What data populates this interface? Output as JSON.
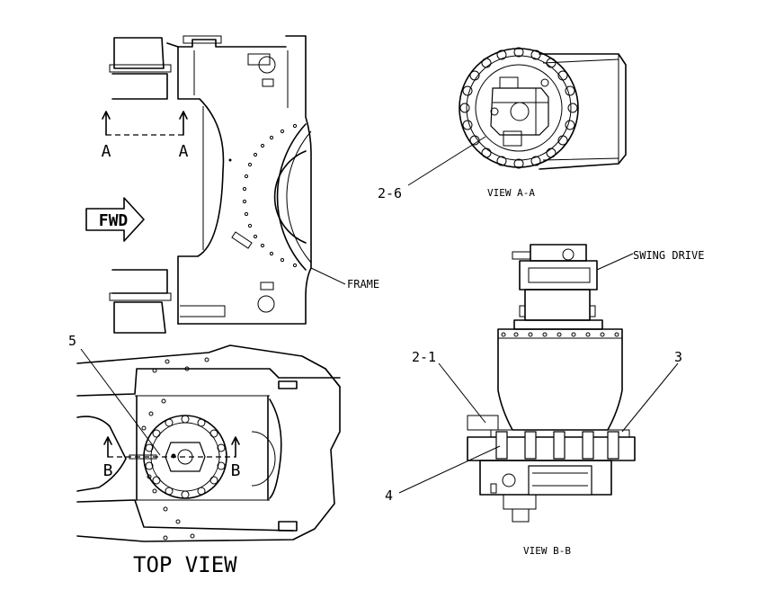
{
  "labels": {
    "section_a_left": "A",
    "section_a_right": "A",
    "fwd": "FWD",
    "frame": "FRAME",
    "view_aa_callout": "2-6",
    "view_aa_caption": "VIEW A-A",
    "swing_drive": "SWING DRIVE",
    "callout_2_1": "2-1",
    "callout_3": "3",
    "callout_4": "4",
    "callout_5": "5",
    "section_b_left": "B",
    "section_b_right": "B",
    "view_bb_caption": "VIEW B-B",
    "top_view_caption": "TOP VIEW"
  },
  "colors": {
    "ink": "#000000",
    "paper": "#ffffff"
  }
}
